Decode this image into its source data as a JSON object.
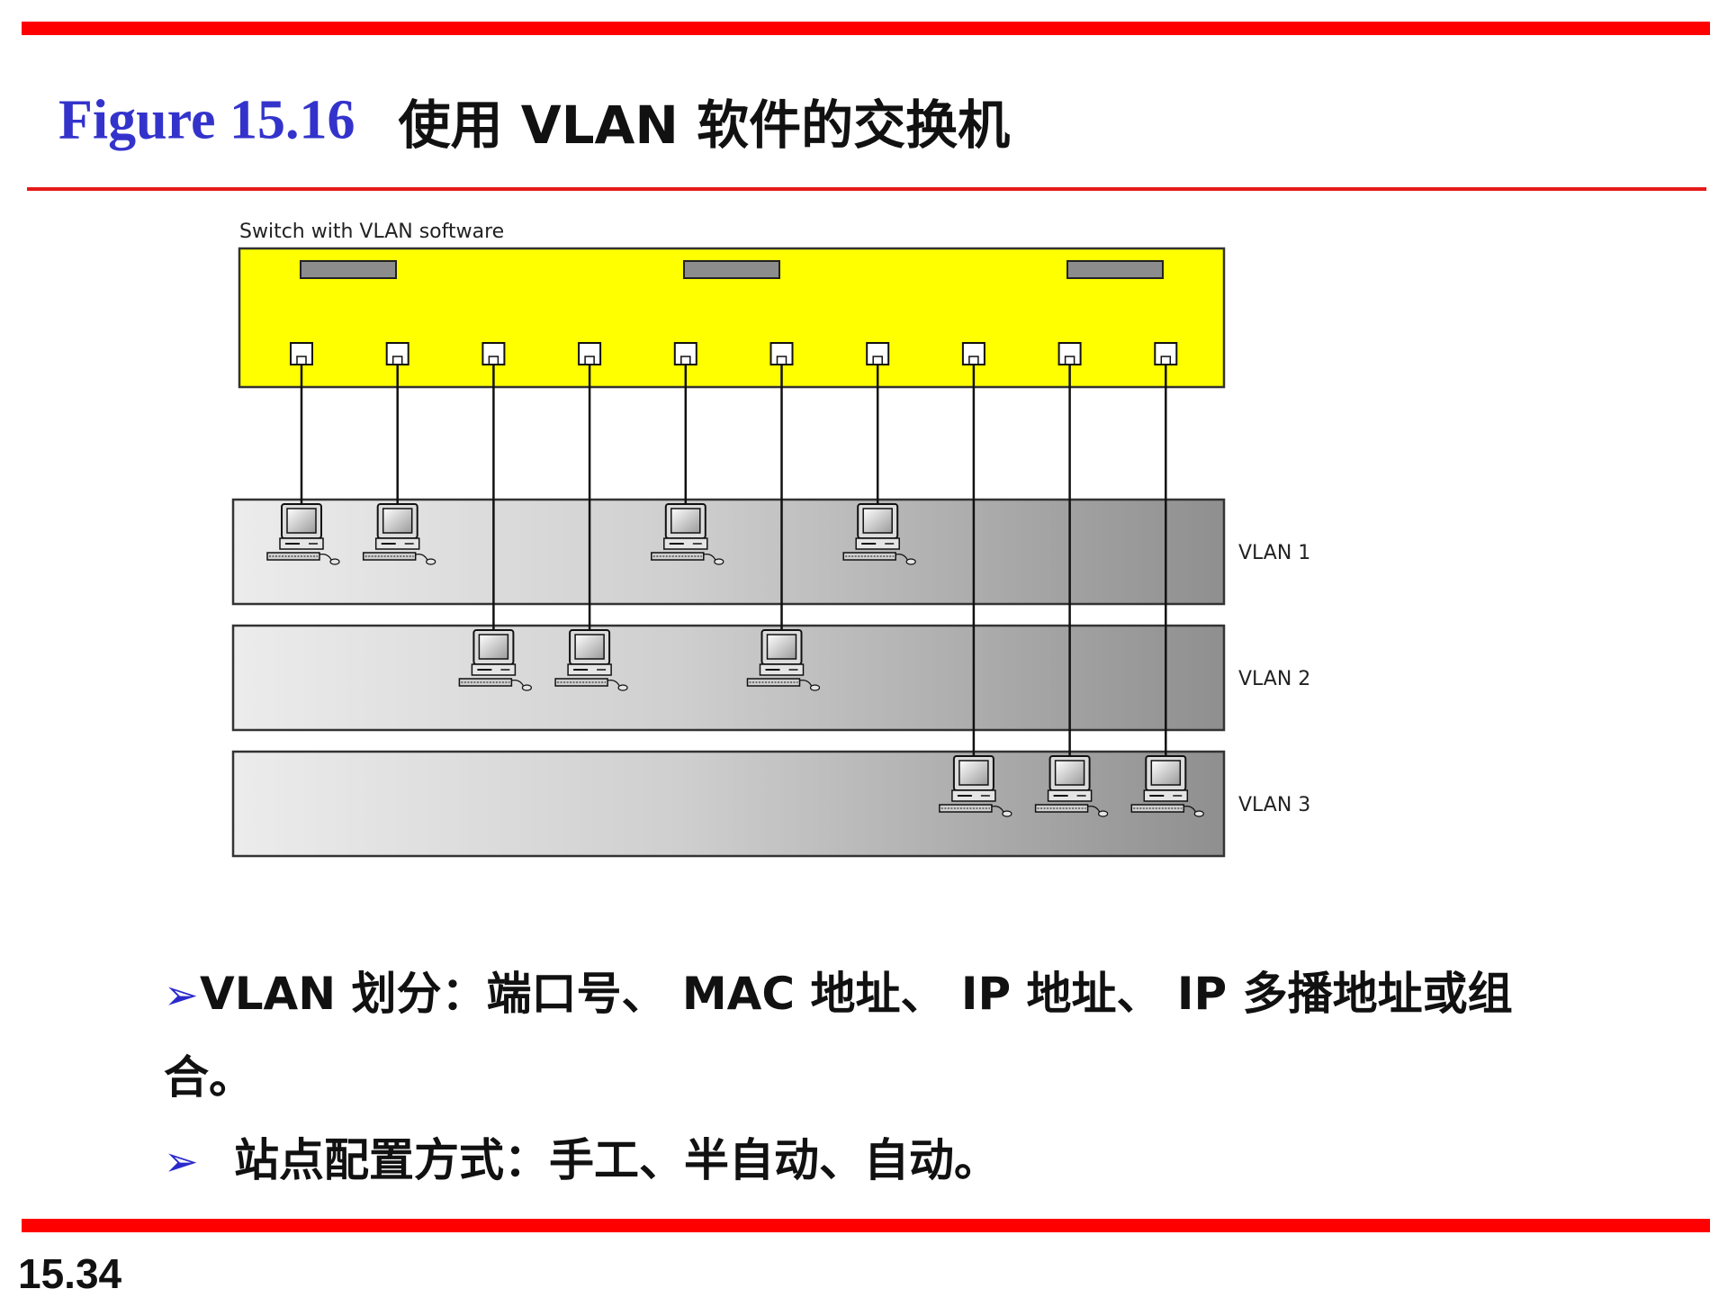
{
  "title": {
    "figure_number": "Figure 15.16",
    "caption": "使用 VLAN 软件的交换机"
  },
  "diagram": {
    "switch_label": "Switch with VLAN software",
    "vlans": [
      {
        "label": "VLAN 1",
        "ports": [
          1,
          2,
          5,
          7
        ]
      },
      {
        "label": "VLAN 2",
        "ports": [
          3,
          4,
          6
        ]
      },
      {
        "label": "VLAN 3",
        "ports": [
          8,
          9,
          10
        ]
      }
    ],
    "port_count": 10,
    "colors": {
      "switch_fill": "#ffff00",
      "indicator": "#8c8c8c",
      "title_blue": "#3333cc",
      "rule_red": "#ff0000"
    }
  },
  "bullets": [
    {
      "text": "VLAN 划分：端口号、 MAC 地址、 IP 地址、 IP 多播地址或组",
      "continuation": "合。"
    },
    {
      "text": "站点配置方式：手工、半自动、自动。"
    }
  ],
  "page_number": "15.34"
}
